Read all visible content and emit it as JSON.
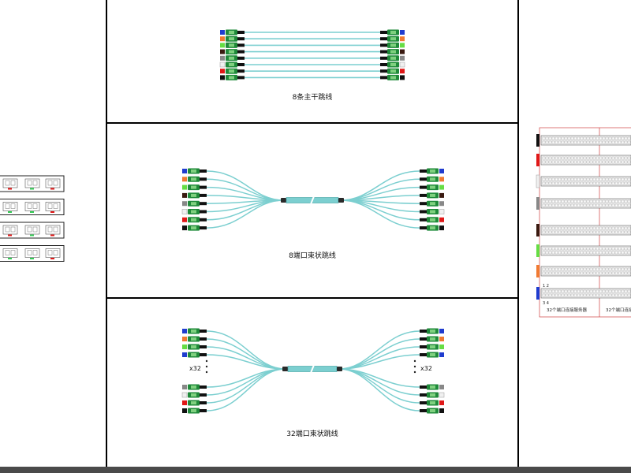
{
  "colors": {
    "fiber": "#7ccfd0",
    "fiber_dark": "#3f9fa1",
    "connector_green": "#1f8a3a",
    "connector_black": "#111111",
    "frame": "#000000",
    "port_colors": [
      "#1f3ccf",
      "#f07a32",
      "#66dd44",
      "#3a1a10",
      "#888888",
      "#f0f0f0",
      "#e01818",
      "#111111"
    ]
  },
  "panels": {
    "trunk": {
      "caption": "8条主干跳线",
      "fibers": 8
    },
    "bundle8": {
      "caption": "8端口束状跳线",
      "fibers": 8
    },
    "bundle32": {
      "caption": "32端口束状跳线",
      "multiplier_left": "x32",
      "multiplier_right": "x32"
    }
  },
  "right_panel": {
    "label_a": "1 2",
    "label_b": "3 4",
    "footer_left": "32个端口连接服务器",
    "footer_right": "32个端口连接"
  },
  "icons": [
    "fiber-connector-icon",
    "dust-cap-icon",
    "split-sleeve-icon",
    "ellipsis-icon",
    "port-block-icon"
  ]
}
